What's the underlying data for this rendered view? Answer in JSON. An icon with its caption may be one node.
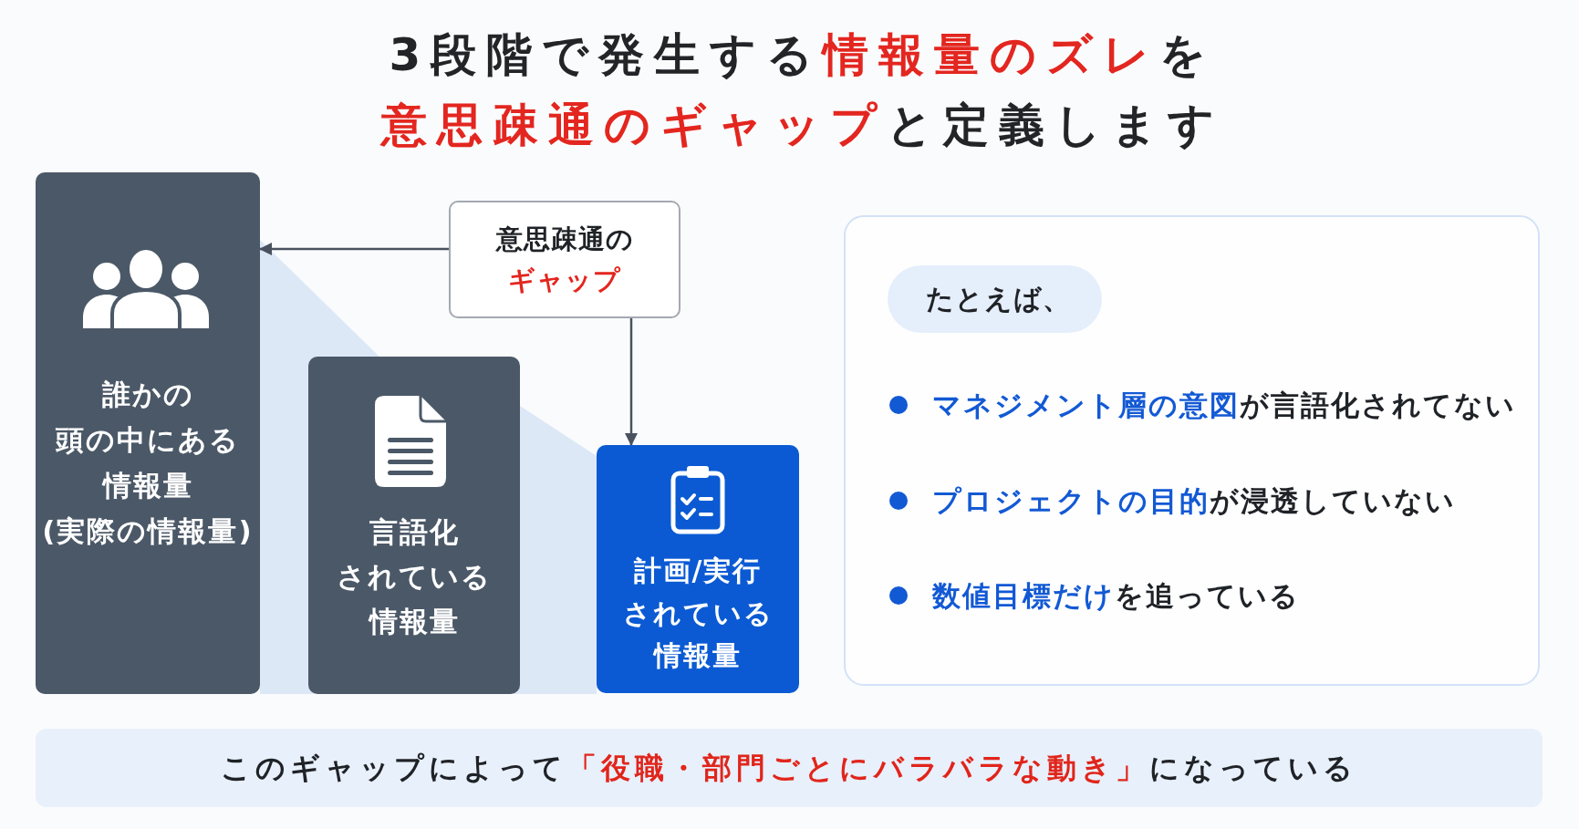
{
  "diagram": {
    "title": "3段階で発生する**情報量のズレ**を**意思疎通のギャップ**と定義します",
    "nodes": [
      {
        "text": [
          "誰かの頭の中にある情報量",
          "(実際の情報量)"
        ]
      },
      {
        "text": [
          "言語化されている情報量"
        ]
      },
      {
        "text": [
          "計画/実行されている情報量"
        ]
      },
      {
        "text": [
          "意思疎通の**ギャップ**"
        ]
      },
      {
        "text": [
          "**マネジメント層の意図**が言語化されてない",
          "**プロジェクトの目的**が浸透していない",
          "**数値目標だけ**を追っている"
        ]
      },
      {
        "text": [
          "たとえば、"
        ],
        "in": 4
      },
      {
        "text": [
          "このギャップによって**「役職・部門ごとにバラバラな動き」**になっている"
        ]
      }
    ],
    "edges": [
      {
        "from": 3,
        "to": 0,
        "arrow": "to"
      },
      {
        "from": 3,
        "to": 2,
        "arrow": "to"
      }
    ]
  }
}
